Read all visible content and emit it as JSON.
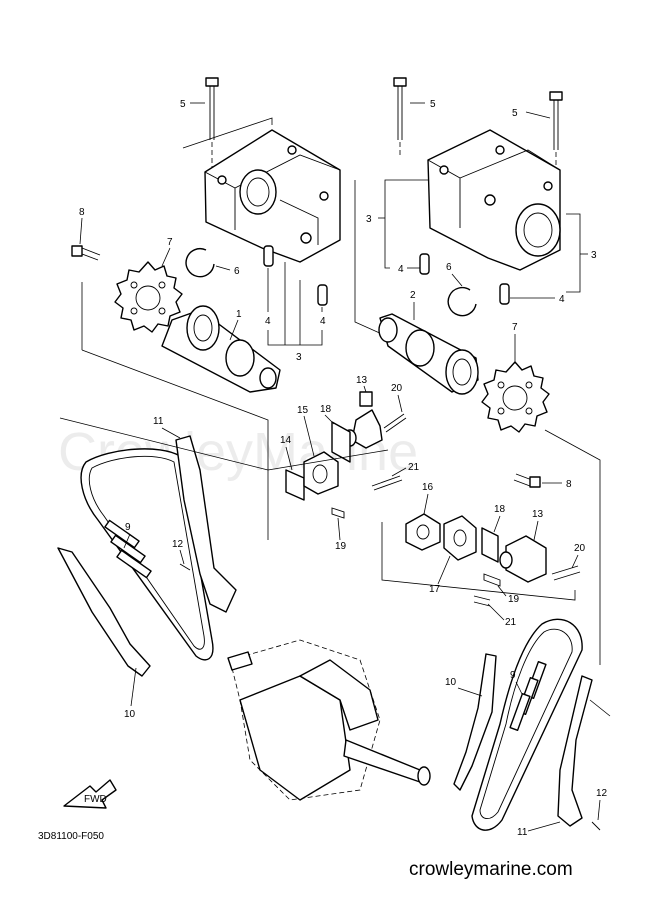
{
  "diagram": {
    "code": "3D81100-F050",
    "website": "crowleymarine.com",
    "watermark": "CrowleyMarine",
    "fwd_label": "FWD",
    "callouts": [
      "1",
      "2",
      "3",
      "4",
      "5",
      "6",
      "7",
      "8",
      "9",
      "10",
      "11",
      "12",
      "13",
      "14",
      "15",
      "16",
      "17",
      "18",
      "19",
      "20",
      "21"
    ]
  }
}
